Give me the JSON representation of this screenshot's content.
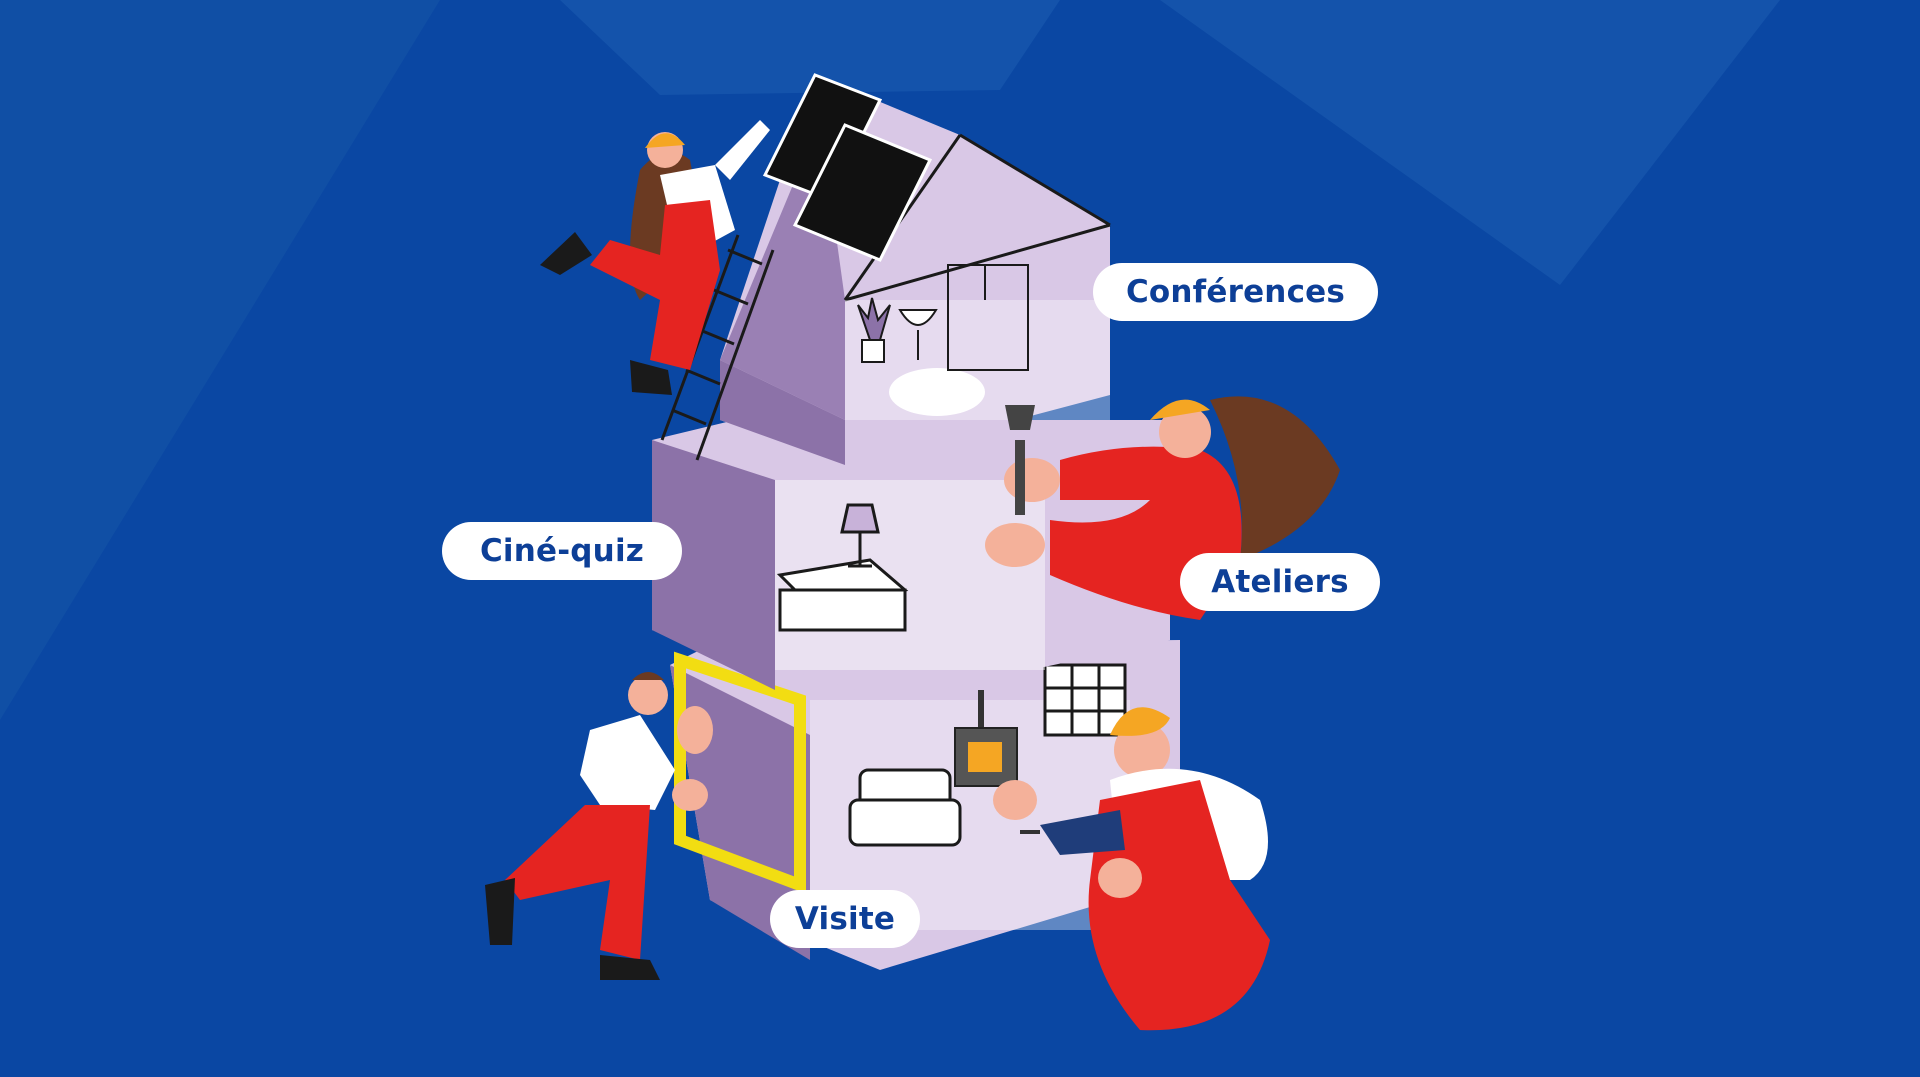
{
  "background": {
    "color": "#0a47a3",
    "accent": "#1a5bb0"
  },
  "labels": {
    "conferences": "Conférences",
    "cine_quiz": "Ciné-quiz",
    "ateliers": "Ateliers",
    "visite": "Visite"
  },
  "colors": {
    "label_text": "#0d3f97",
    "house_light": "#d9c8e6",
    "house_dark": "#8c72a8",
    "worker_red": "#e52421",
    "helmet": "#f5a623",
    "insulation": "#f2dd12"
  },
  "icons": [
    "solar-panel-icon",
    "ladder-icon",
    "wrench-icon",
    "drill-icon",
    "stove-icon",
    "sofa-icon",
    "bed-icon",
    "lamp-icon",
    "sink-icon",
    "plant-icon",
    "shower-icon",
    "window-icon"
  ]
}
